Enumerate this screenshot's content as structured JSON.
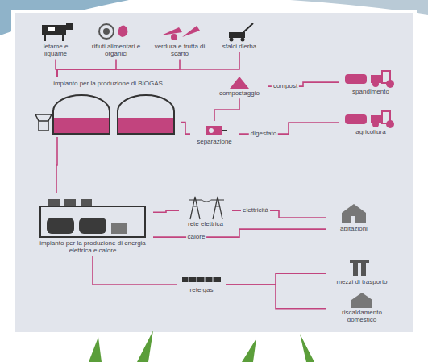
{
  "diagram": {
    "nodes": [
      {
        "text": [
          "letame e liquame"
        ]
      },
      {
        "text": [
          "rifiuti alimentari e organici"
        ]
      },
      {
        "text": [
          "verdura e frutta di scarto"
        ]
      },
      {
        "text": [
          "sfalci d'erba"
        ]
      },
      {
        "text": [
          "impianto per la produzione di BIOGAS"
        ]
      },
      {
        "text": [
          "compostaggio"
        ]
      },
      {
        "text": [
          "spandimento"
        ]
      },
      {
        "text": [
          "separazione"
        ]
      },
      {
        "text": [
          "agricoltura"
        ]
      },
      {
        "text": [
          "impianto per la produzione di energia elettrica e calore"
        ]
      },
      {
        "text": [
          "rete elettrica"
        ]
      },
      {
        "text": [
          "abitazioni"
        ]
      },
      {
        "text": [
          "rete gas"
        ]
      },
      {
        "text": [
          "mezzi di trasporto"
        ]
      },
      {
        "text": [
          "riscaldamento domestico"
        ]
      }
    ],
    "edges": [
      {
        "from": 0,
        "to": 4,
        "arrow": "none"
      },
      {
        "from": 1,
        "to": 4,
        "arrow": "none"
      },
      {
        "from": 2,
        "to": 4,
        "arrow": "none"
      },
      {
        "from": 3,
        "to": 4,
        "arrow": "none"
      },
      {
        "from": 4,
        "to": 7,
        "arrow": "none"
      },
      {
        "from": 7,
        "to": 5,
        "arrow": "none"
      },
      {
        "from": 5,
        "to": 6,
        "label": "compost",
        "arrow": "none"
      },
      {
        "from": 7,
        "to": 8,
        "label": "digestato",
        "arrow": "none"
      },
      {
        "from": 4,
        "to": 9,
        "arrow": "none"
      },
      {
        "from": 9,
        "to": 10,
        "arrow": "none"
      },
      {
        "from": 10,
        "to": 11,
        "label": "elettricità",
        "arrow": "none"
      },
      {
        "from": 9,
        "to": 11,
        "label": "calore",
        "arrow": "none"
      },
      {
        "from": 9,
        "to": 12,
        "arrow": "none"
      },
      {
        "from": 12,
        "to": 13,
        "arrow": "none"
      },
      {
        "from": 12,
        "to": 14,
        "arrow": "none"
      }
    ]
  }
}
